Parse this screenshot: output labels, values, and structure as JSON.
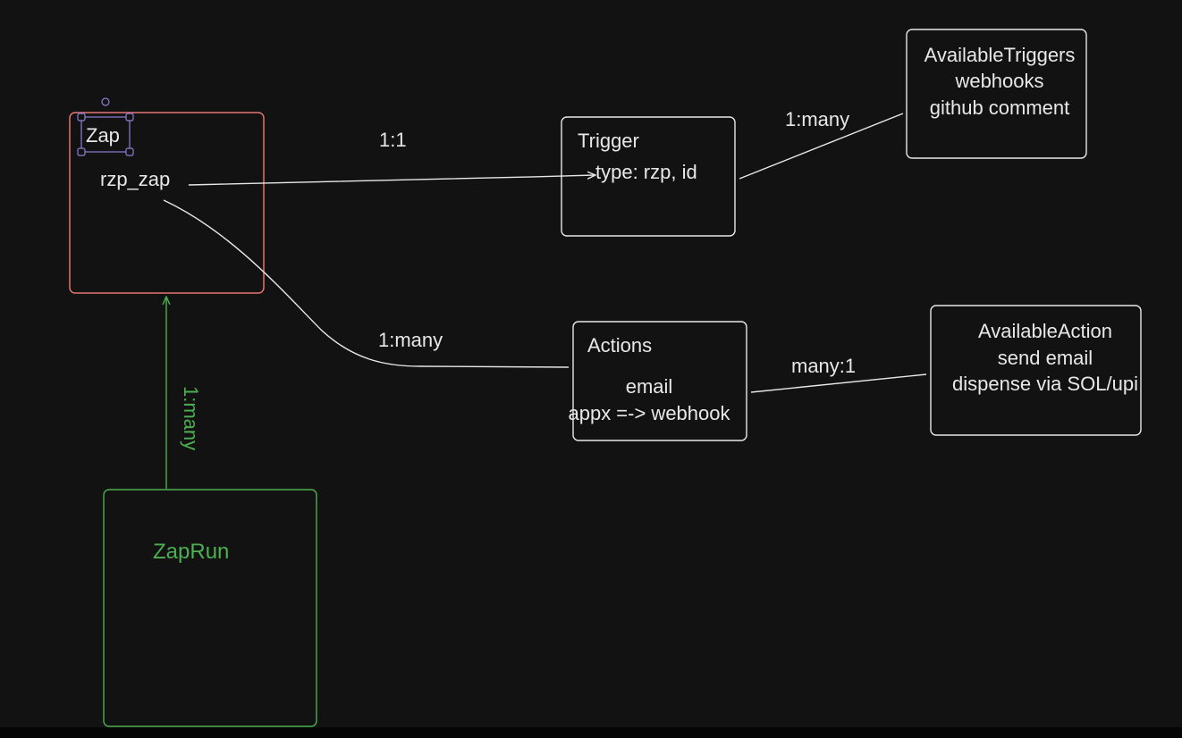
{
  "colors": {
    "background": "#121212",
    "stroke": "#e8e8e8",
    "zap_border": "#e57373",
    "zaprun": "#4caf50",
    "selection": "#8b7fd6"
  },
  "zap": {
    "title": "Zap",
    "field": "rzp_zap"
  },
  "trigger": {
    "title": "Trigger",
    "field": "type: rzp, id"
  },
  "available_triggers": {
    "lines": [
      "AvailableTriggers",
      "webhooks",
      "github comment"
    ]
  },
  "actions": {
    "title": "Actions",
    "lines": [
      "email",
      "appx =-> webhook"
    ]
  },
  "available_action": {
    "lines": [
      "AvailableAction",
      "send email",
      "dispense via SOL/upi"
    ]
  },
  "zaprun": {
    "title": "ZapRun"
  },
  "relations": {
    "zap_trigger": "1:1",
    "trigger_available": "1:many",
    "zap_actions": "1:many",
    "actions_available": "many:1",
    "zaprun_zap": "1:many"
  }
}
